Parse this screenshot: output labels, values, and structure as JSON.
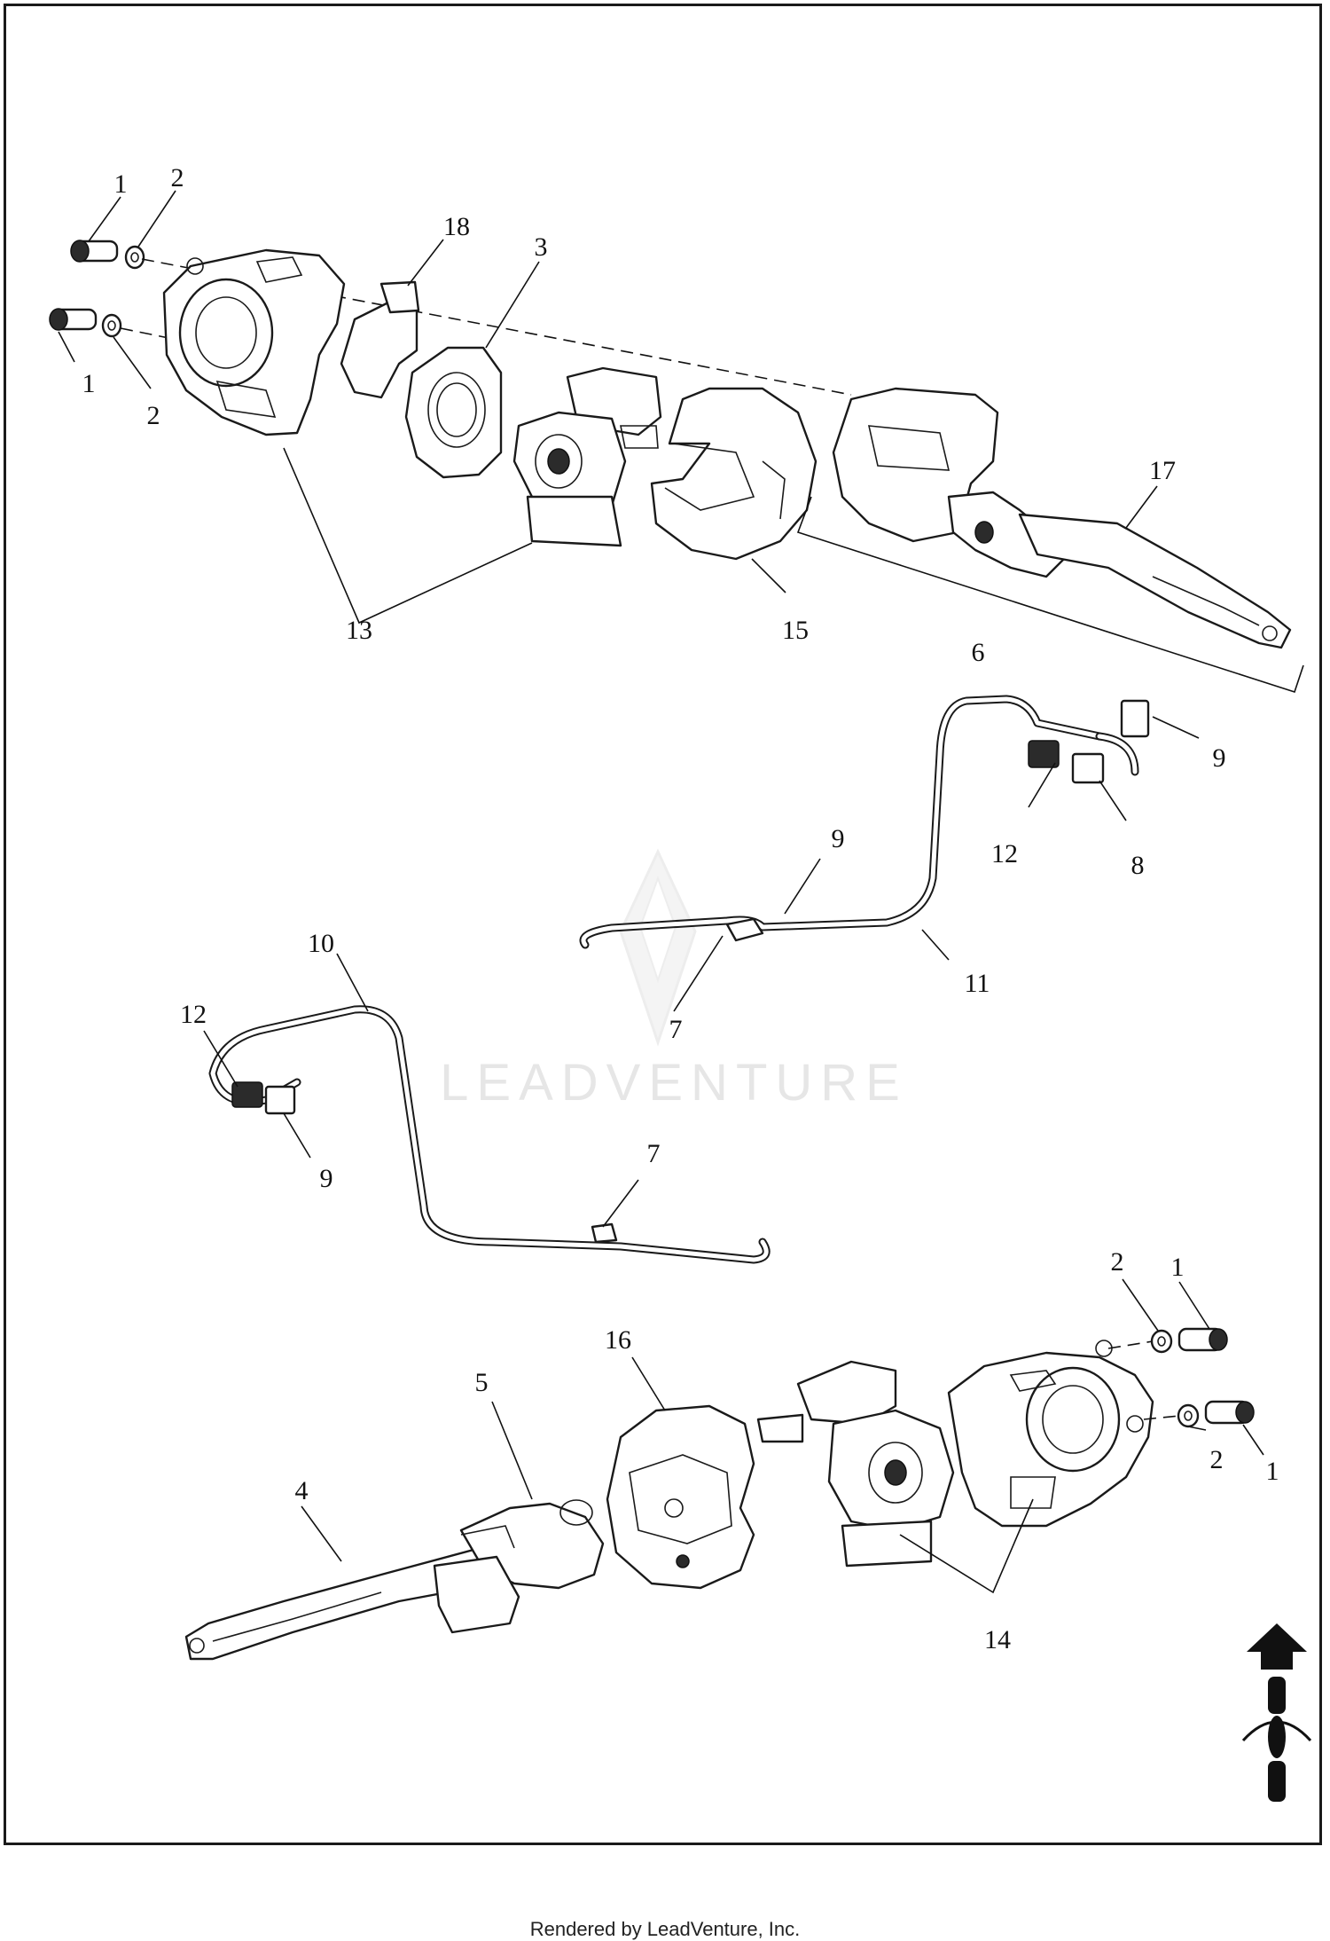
{
  "callouts": [
    "1",
    "2",
    "18",
    "3",
    "1",
    "2",
    "17",
    "13",
    "15",
    "6",
    "9",
    "12",
    "8",
    "9",
    "11",
    "7",
    "10",
    "12",
    "9",
    "7",
    "2",
    "1",
    "16",
    "5",
    "2",
    "1",
    "4",
    "14"
  ],
  "watermark": "LEADVENTURE",
  "orientation_icon": "motorcycle-forward-arrow-icon",
  "footer": "Rendered by LeadVenture, Inc."
}
